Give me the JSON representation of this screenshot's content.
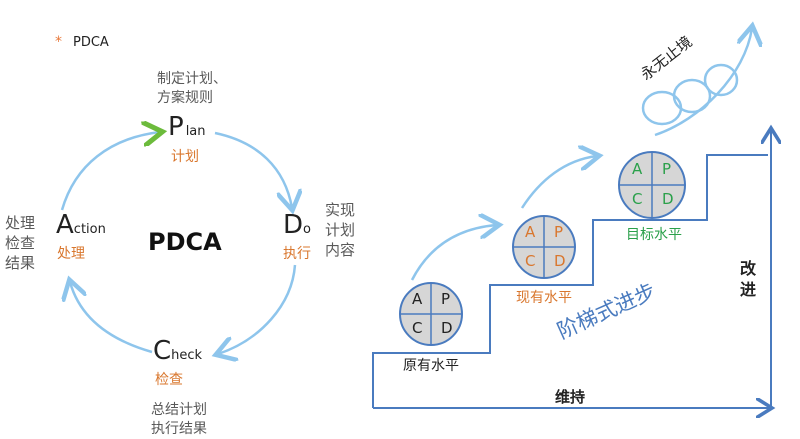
{
  "header": {
    "marker": "*",
    "label": "PDCA"
  },
  "cycle": {
    "center": "PDCA",
    "plan": {
      "cap": "P",
      "rest": "lan",
      "cn": "计划",
      "desc": [
        "制定计划、",
        "方案规则"
      ]
    },
    "do": {
      "cap": "D",
      "rest": "o",
      "cn": "执行",
      "desc": [
        "实现",
        "计划",
        "内容"
      ]
    },
    "check": {
      "cap": "C",
      "rest": "heck",
      "cn": "检查",
      "desc": [
        "总结计划",
        "执行结果"
      ]
    },
    "action": {
      "cap": "A",
      "rest": "ction",
      "cn": "处理",
      "desc": [
        "处理",
        "检查",
        "结果"
      ]
    }
  },
  "stairs": {
    "quadrant_letters": [
      "A",
      "P",
      "C",
      "D"
    ],
    "levels": [
      "原有水平",
      "现有水平",
      "目标水平"
    ],
    "title": "阶梯式进步",
    "endless": "永无止境",
    "improve": [
      "改",
      "进"
    ],
    "maintain": "维持",
    "colors": {
      "gray_letters": "#222222",
      "orange": "#d9772e",
      "green": "#2aa04a",
      "blue": "#4a7bbf"
    }
  }
}
